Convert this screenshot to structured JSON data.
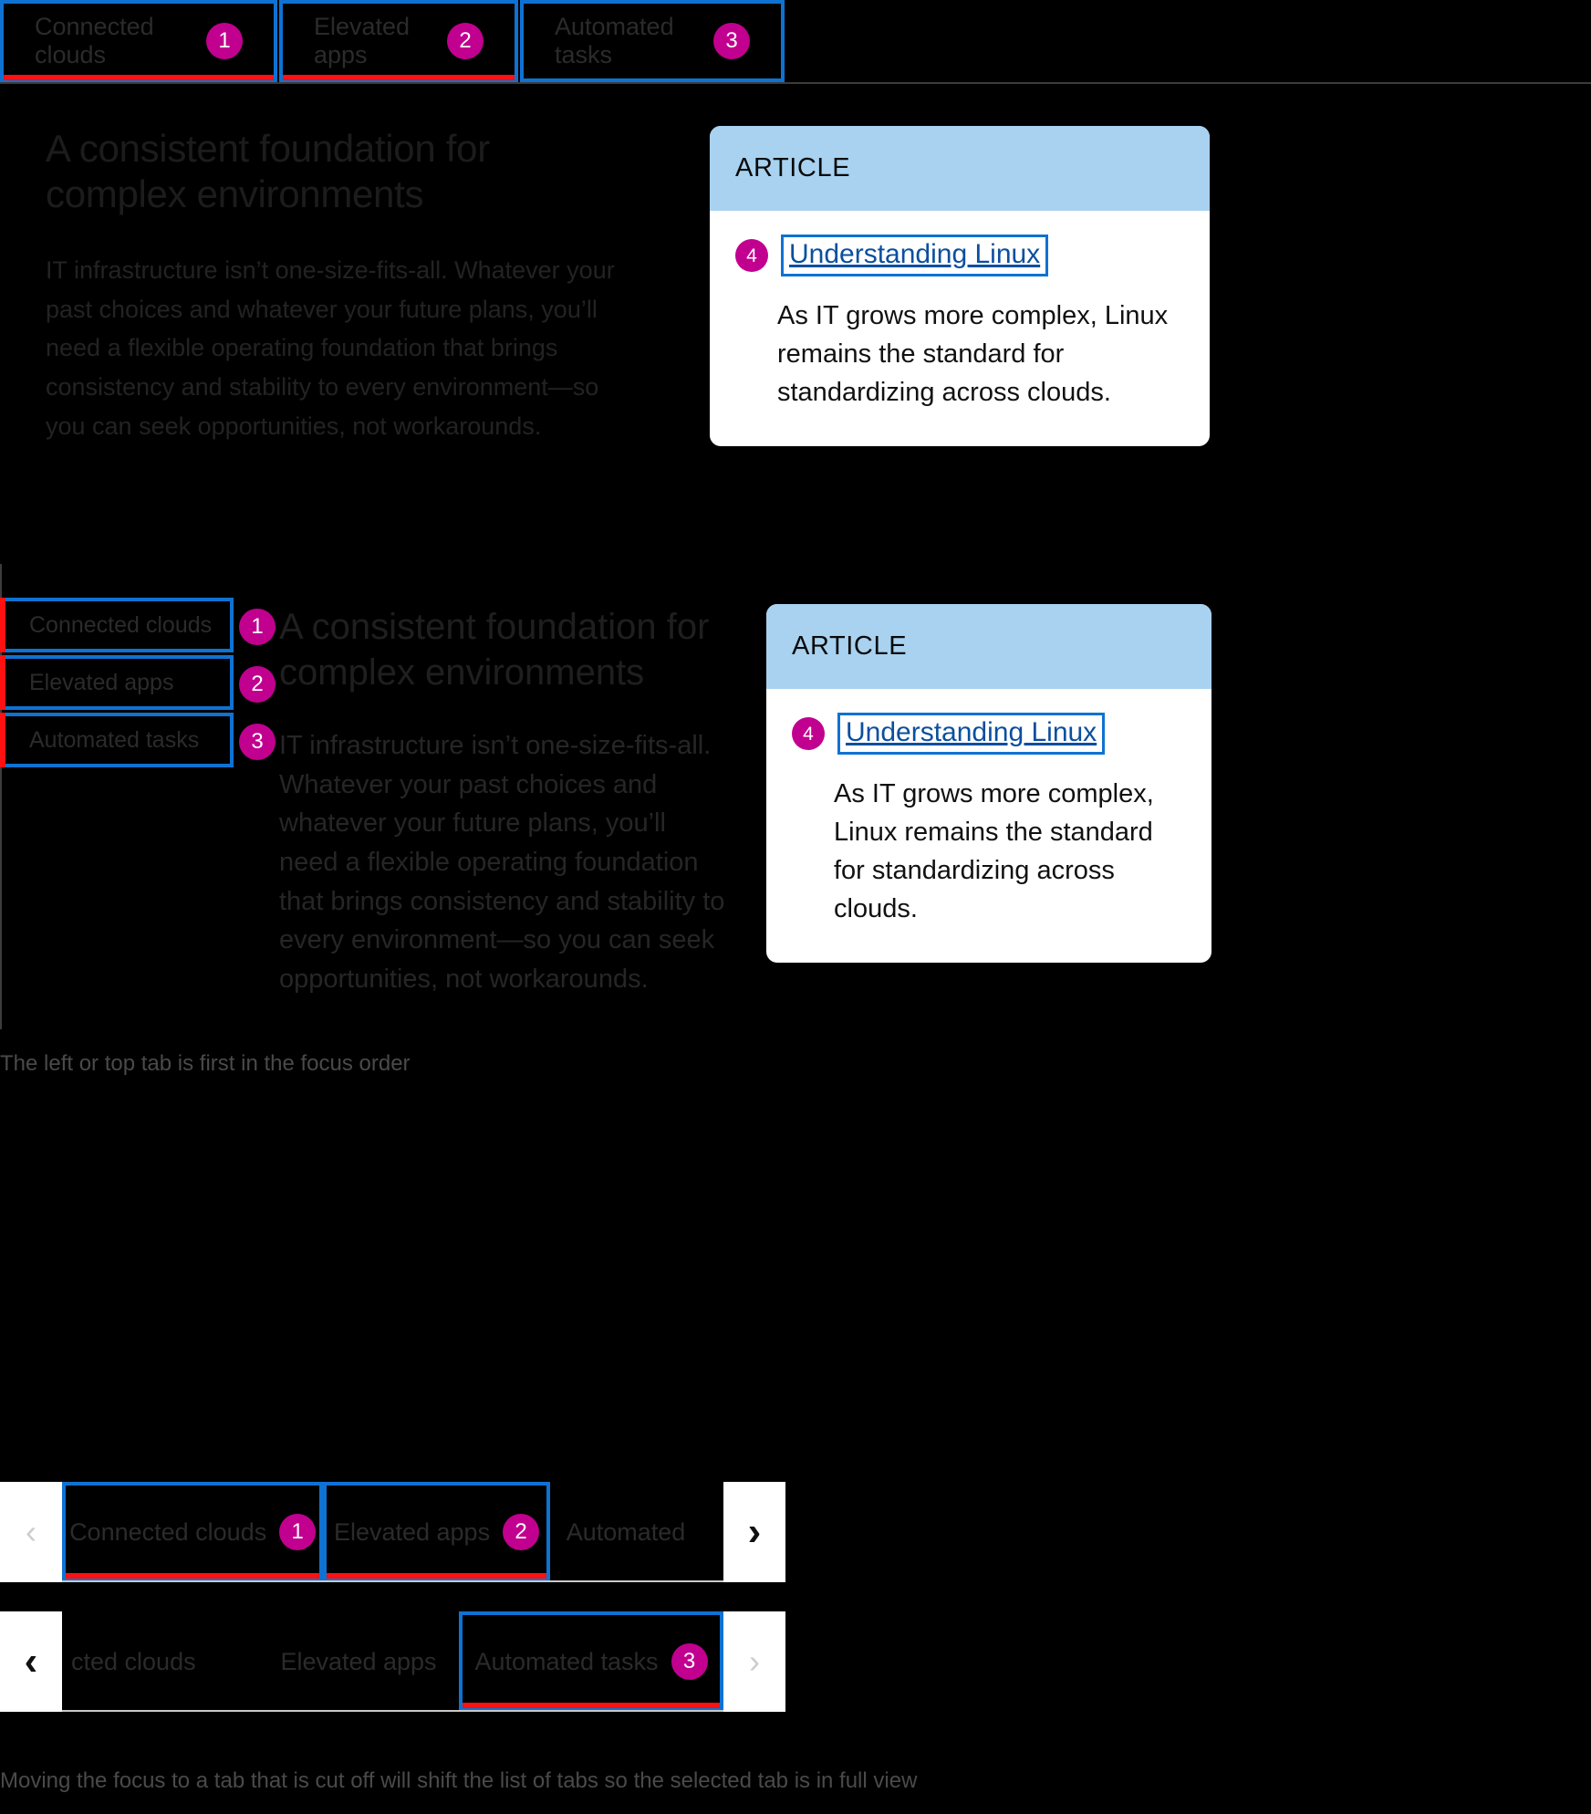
{
  "tabs": {
    "labels": [
      "Connected clouds",
      "Elevated apps",
      "Automated tasks"
    ],
    "badges": [
      "1",
      "2",
      "3"
    ],
    "truncated_first": "cted clouds",
    "truncated_last": "Automated"
  },
  "colors": {
    "focus_outline": "#0f72d3",
    "active_underline": "#ff1111",
    "badge_bg": "#c1008f",
    "card_header_bg": "#a8d2f0",
    "link": "#0b4f9e",
    "page_bg": "#000000"
  },
  "panel": {
    "heading": "A consistent foundation for complex environments",
    "body": "IT infrastructure isn’t one-size-fits-all. Whatever your past choices and whatever your future plans, you’ll need a flexible operating foundation that brings consistency and stability to every environment—so you can seek opportunities, not workarounds."
  },
  "article_card": {
    "eyebrow": "ARTICLE",
    "link_text": "Understanding Linux",
    "link_badge": "4",
    "description": "As IT grows more complex, Linux remains the standard for standardizing across clouds."
  },
  "captions": {
    "focus_order": "The left or top tab is first in the focus order",
    "scroll_shift": "Moving the focus to a tab that is cut off will shift the list of tabs so the selected tab is in full view"
  },
  "carousel": {
    "prev_icon": "‹",
    "next_icon": "›",
    "prev_icon_bold": "‹",
    "next_icon_bold": "›"
  }
}
